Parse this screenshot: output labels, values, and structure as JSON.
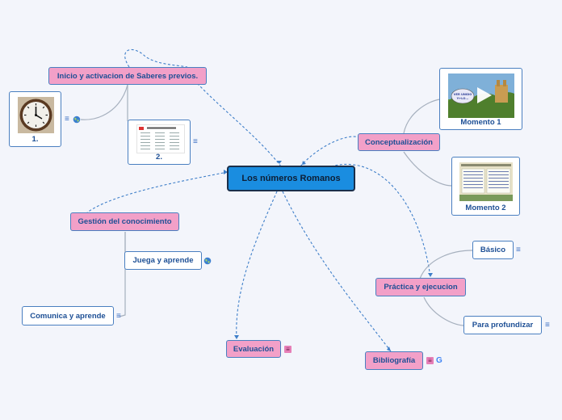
{
  "map": {
    "central": "Los números Romanos",
    "inicio": "Inicio y activacion de Saberes previos.",
    "card1_caption": "1.",
    "card2_caption": "2.",
    "conceptualizacion": "Conceptualización",
    "momento1": "Momento 1",
    "momento2": "Momento 2",
    "gestion": "Gestión del conocimiento",
    "juega": "Juega y aprende",
    "comunica": "Comunica y aprende",
    "practica": "Práctica y ejecucion",
    "basico": "Básico",
    "profundizar": "Para profundizar",
    "evaluacion": "Evaluación",
    "bibliografia": "Bibliografía",
    "thumb_video_text": "VER UNIDO\nY+LO...",
    "thumb_doc_title": "Números Romanos de 1 al 100"
  },
  "icons": {
    "notes": "≡",
    "google": "G"
  },
  "colors": {
    "background": "#f3f5fb",
    "central_fill": "#1a8de0",
    "topic_fill": "#f2a0c8",
    "border": "#4a7fc0",
    "text": "#1d4f95",
    "link": "#3f7fc9"
  }
}
